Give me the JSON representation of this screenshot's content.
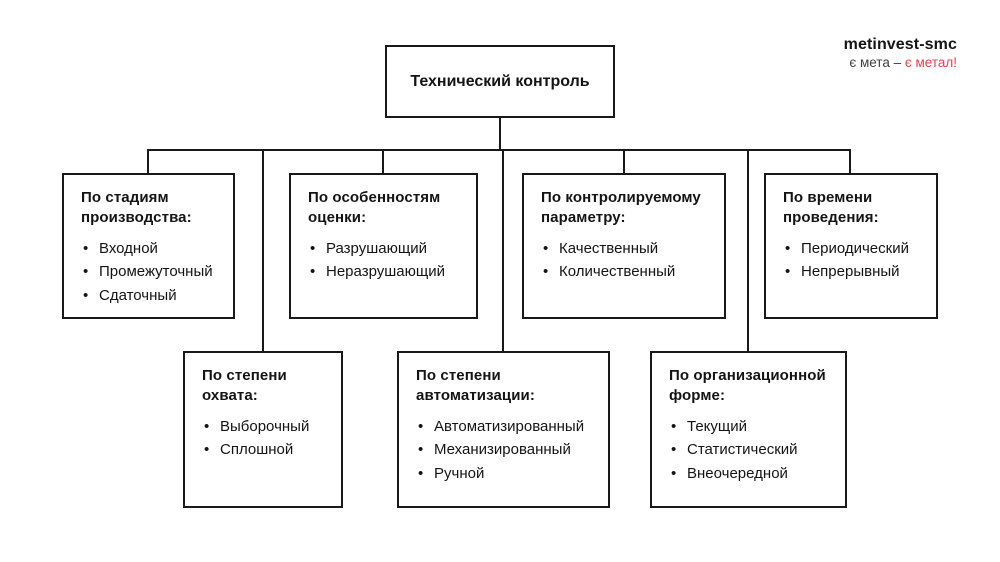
{
  "brand": {
    "name": "metinvest-smc",
    "tagline_gray": "є мета – ",
    "tagline_red": "є метал!",
    "accent_red": "#e8404a",
    "tagline_gray_color": "#3f3f3f"
  },
  "root": {
    "title": "Технический контроль"
  },
  "categories": [
    {
      "title": "По стадиям производства:",
      "items": [
        "Входной",
        "Промежуточный",
        "Сдаточный"
      ]
    },
    {
      "title": "По особенностям оценки:",
      "items": [
        "Разрушающий",
        "Неразрушающий"
      ]
    },
    {
      "title": "По контролируемому параметру:",
      "items": [
        "Качественный",
        "Количественный"
      ]
    },
    {
      "title": "По времени проведения:",
      "items": [
        "Периодический",
        "Непрерывный"
      ]
    },
    {
      "title": "По степени охвата:",
      "items": [
        "Выборочный",
        "Сплошной"
      ]
    },
    {
      "title": "По степени автоматизации:",
      "items": [
        "Автоматизированный",
        "Механизированный",
        "Ручной"
      ]
    },
    {
      "title": "По организационной форме:",
      "items": [
        "Текущий",
        "Статистический",
        "Внеочередной"
      ]
    }
  ]
}
